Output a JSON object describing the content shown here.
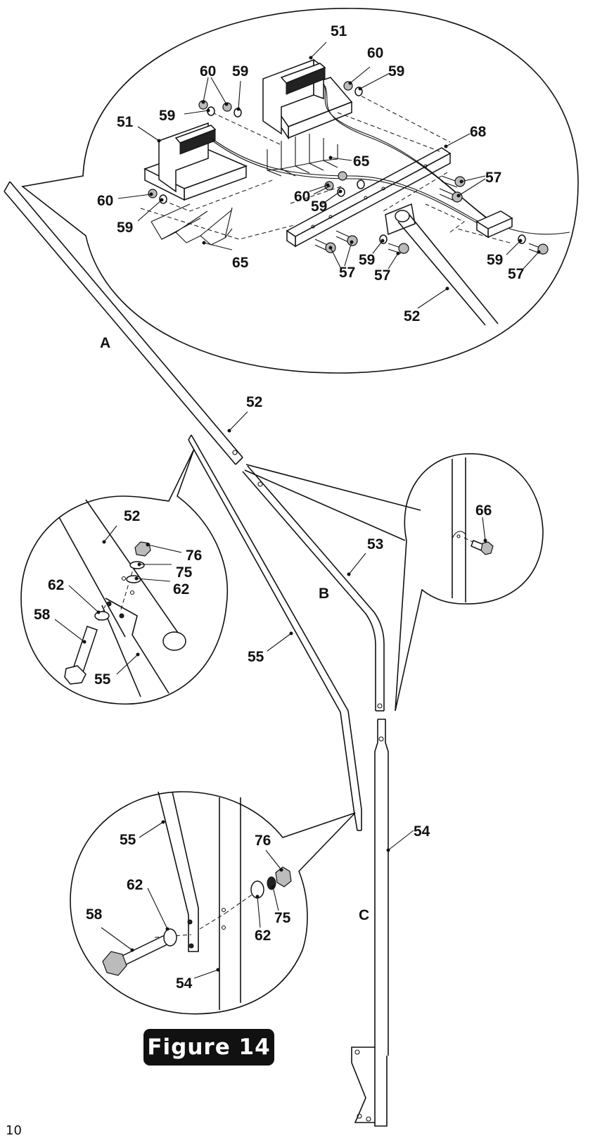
{
  "figure": {
    "title": "Figure 14",
    "page_number": "10"
  },
  "sections": {
    "a": "A",
    "b": "B",
    "c": "C"
  },
  "callouts": {
    "top_51a": "51",
    "top_60a": "60",
    "top_59a": "59",
    "top_60b": "60",
    "top_59b": "59",
    "top_59c": "59",
    "top_51b": "51",
    "top_68": "68",
    "top_65a": "65",
    "top_57a": "57",
    "top_60c": "60",
    "top_59d": "59",
    "top_60d": "60",
    "top_59e": "59",
    "top_65b": "65",
    "top_57b": "57",
    "top_59f": "59",
    "top_57c": "57",
    "top_59g": "59",
    "top_57d": "57",
    "top_52": "52",
    "mid_52": "52",
    "left_52": "52",
    "left_76": "76",
    "left_75": "75",
    "left_62a": "62",
    "left_62b": "62",
    "left_58": "58",
    "left_55": "55",
    "mid_53": "53",
    "mid_55": "55",
    "right_66": "66",
    "bot_55": "55",
    "bot_76": "76",
    "bot_62a": "62",
    "bot_75": "75",
    "bot_58": "58",
    "bot_62b": "62",
    "bot_54": "54",
    "mid_54": "54"
  },
  "icons": {
    "bolt": "hex-bolt-icon",
    "nut": "hex-nut-icon",
    "washer": "washer-icon",
    "magnet": "magnet-block-icon",
    "junction": "junction-box-icon"
  }
}
